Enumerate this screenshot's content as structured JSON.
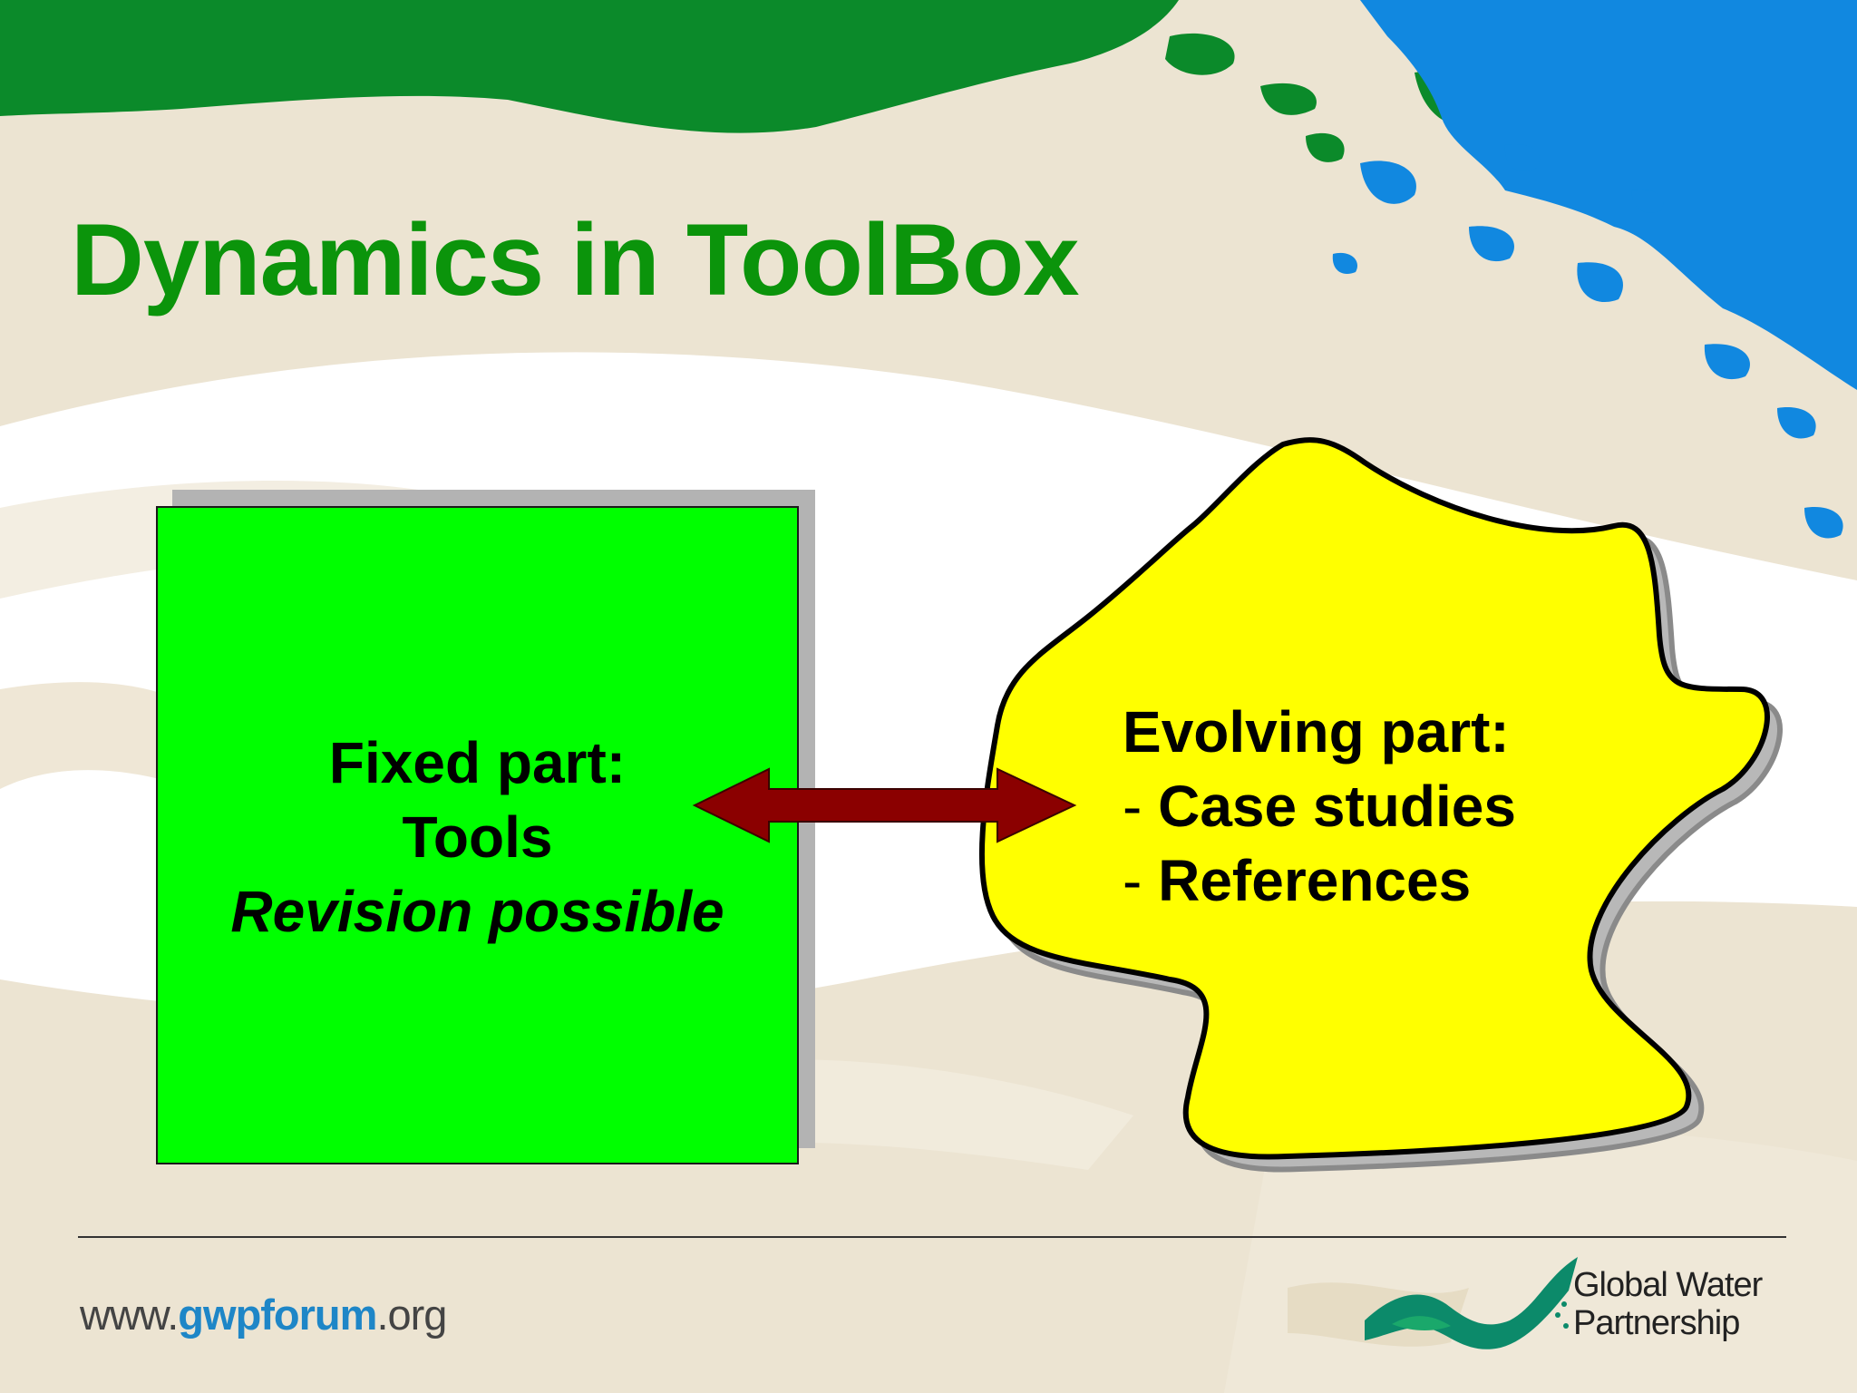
{
  "slide": {
    "title": "Dynamics in ToolBox"
  },
  "fixed_part": {
    "heading": "Fixed part:",
    "line2": "Tools",
    "line3": "Revision possible",
    "fill_color": "#00ff00"
  },
  "evolving_part": {
    "heading": "Evolving part:",
    "items": [
      {
        "dash": "-",
        "label": "Case studies"
      },
      {
        "dash": "-",
        "label": "References"
      }
    ],
    "fill_color": "#ffff00"
  },
  "arrow": {
    "color": "#8b0000",
    "direction": "bidirectional"
  },
  "footer": {
    "url_prefix": "www.",
    "url_accent": "gwpforum",
    "url_suffix": ".org",
    "logo_line1": "Global Water",
    "logo_line2": "Partnership"
  },
  "colors": {
    "title": "#0b940b",
    "map_green": "#0b8a2a",
    "map_blue": "#1188e0",
    "map_land": "#ece4d2",
    "url_accent": "#1e86c7"
  }
}
